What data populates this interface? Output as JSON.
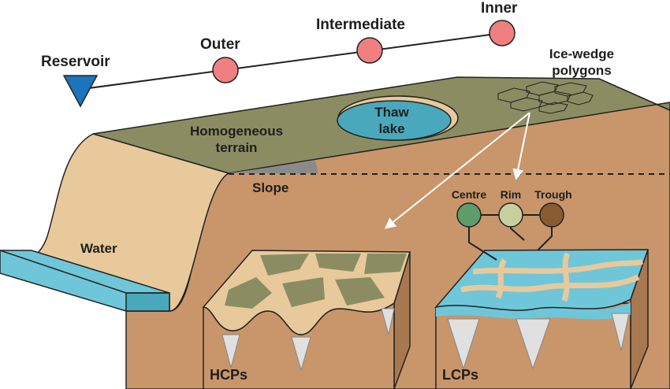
{
  "transect": {
    "reservoir": "Reservoir",
    "outer": "Outer",
    "intermediate": "Intermediate",
    "inner": "Inner"
  },
  "terrain": {
    "homogeneous_line1": "Homogeneous",
    "homogeneous_line2": "terrain",
    "thaw_line1": "Thaw",
    "thaw_line2": "lake",
    "slope": "Slope",
    "water": "Water",
    "ice_wedge_line1": "Ice-wedge",
    "ice_wedge_line2": "polygons"
  },
  "features": {
    "centre": "Centre",
    "rim": "Rim",
    "trough": "Trough"
  },
  "blocks": {
    "hcp": "HCPs",
    "lcp": "LCPs"
  },
  "colors": {
    "plateau": "#8c8c63",
    "soil": "#c8966a",
    "sand": "#e8c99c",
    "water": "#6fc6d8",
    "water_dark": "#4aa8bc",
    "node": "#f08080",
    "reservoir": "#1c75bc",
    "centre": "#5f9c6c",
    "rim": "#c7cf9e",
    "trough": "#8a5a30"
  }
}
